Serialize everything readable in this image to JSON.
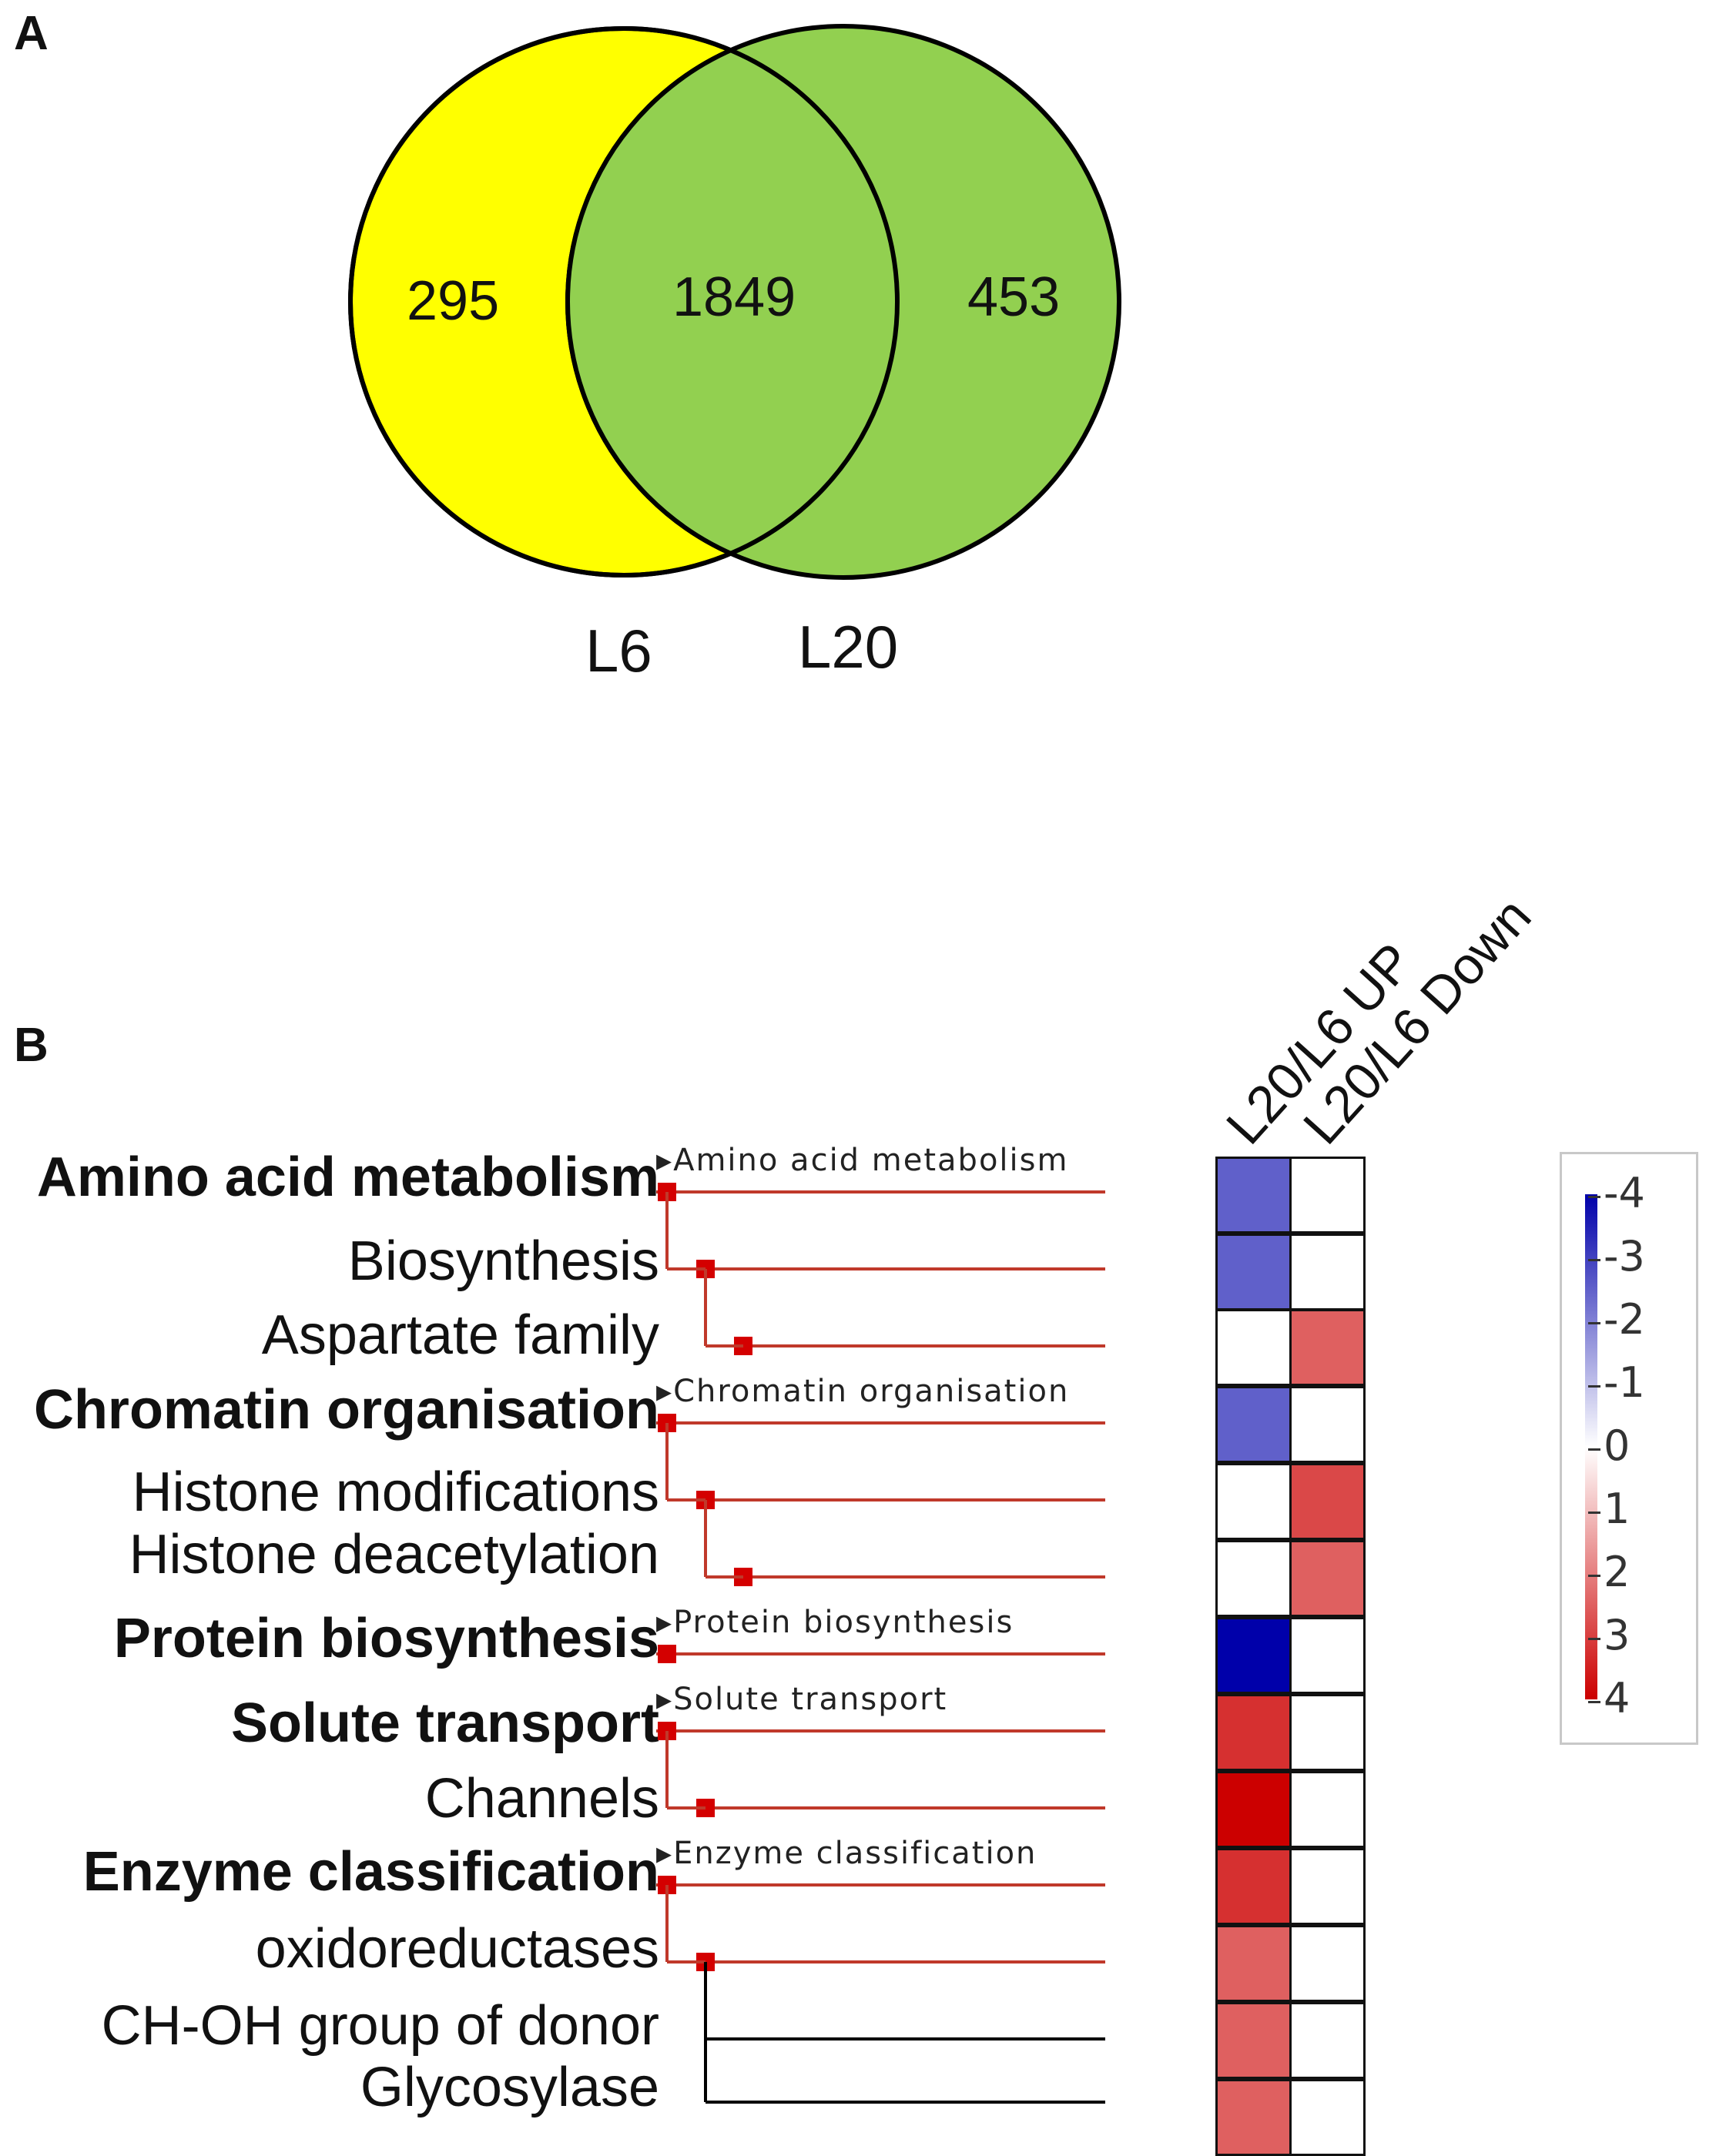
{
  "panel_a": {
    "label": "A",
    "venn": {
      "sets": [
        {
          "name": "L6",
          "color": "#ffff00"
        },
        {
          "name": "L20",
          "color": "#92d050"
        }
      ],
      "only_left": "295",
      "intersection": "1849",
      "only_right": "453"
    }
  },
  "panel_b": {
    "label": "B",
    "columns": [
      "L20/L6 UP",
      "L20/L6 Down"
    ],
    "tree_titles": [
      "Amino acid metabolism",
      "Chromatin organisation",
      "Protein biosynthesis",
      "Solute transport",
      "Enzyme classification"
    ],
    "rows": [
      {
        "label": "Amino acid metabolism",
        "bold": true,
        "up": -2,
        "down": 0
      },
      {
        "label": "Biosynthesis",
        "bold": false,
        "up": -2,
        "down": 0
      },
      {
        "label": "Aspartate family",
        "bold": false,
        "up": 0,
        "down": 2
      },
      {
        "label": "Chromatin organisation",
        "bold": true,
        "up": -2,
        "down": 0
      },
      {
        "label": "Histone modifications",
        "bold": false,
        "up": 0,
        "down": 2.5
      },
      {
        "label": "Histone deacetylation",
        "bold": false,
        "up": 0,
        "down": 2
      },
      {
        "label": "Protein biosynthesis",
        "bold": true,
        "up": -4,
        "down": 0
      },
      {
        "label": "Solute transport",
        "bold": true,
        "up": 3,
        "down": 0
      },
      {
        "label": "Channels",
        "bold": false,
        "up": 4,
        "down": 0
      },
      {
        "label": "Enzyme classification",
        "bold": true,
        "up": 3,
        "down": 0
      },
      {
        "label": "oxidoreductases",
        "bold": false,
        "up": 2,
        "down": 0
      },
      {
        "label": "CH-OH group of donor",
        "bold": false,
        "up": 2,
        "down": 0
      },
      {
        "label": "Glycosylase",
        "bold": false,
        "up": 2,
        "down": 0
      }
    ],
    "legend": {
      "ticks": [
        "-4",
        "-3",
        "-2",
        "-1",
        "0",
        "1",
        "2",
        "3",
        "4"
      ],
      "color_negative": "#0000aa",
      "color_zero": "#ffffff",
      "color_positive": "#cc0000"
    },
    "tree_color": "#c0392b"
  }
}
